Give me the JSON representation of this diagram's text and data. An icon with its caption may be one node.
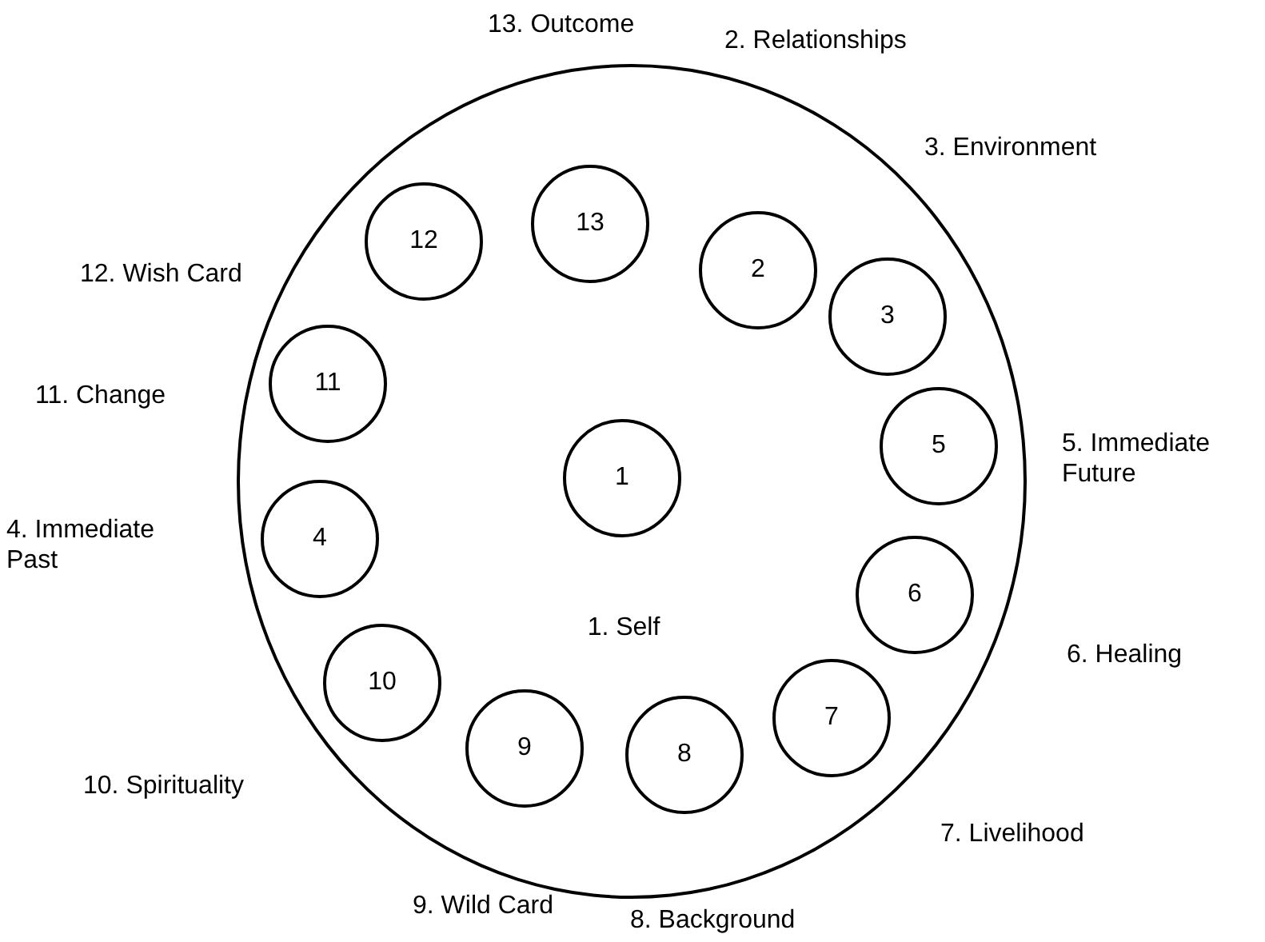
{
  "diagram": {
    "nodes": [
      {
        "text": [],
        "shape": "circle"
      },
      {
        "text": [
          "1"
        ],
        "in": 0
      },
      {
        "text": [
          "2"
        ],
        "in": 0
      },
      {
        "text": [
          "3"
        ],
        "in": 0
      },
      {
        "text": [
          "4"
        ],
        "in": 0
      },
      {
        "text": [
          "5"
        ],
        "in": 0
      },
      {
        "text": [
          "6"
        ],
        "in": 0
      },
      {
        "text": [
          "7"
        ],
        "in": 0
      },
      {
        "text": [
          "8"
        ],
        "in": 0
      },
      {
        "text": [
          "9"
        ],
        "in": 0
      },
      {
        "text": [
          "10"
        ],
        "in": 0
      },
      {
        "text": [
          "11"
        ],
        "in": 0
      },
      {
        "text": [
          "12"
        ],
        "in": 0
      },
      {
        "text": [
          "13"
        ],
        "in": 0
      }
    ],
    "edges": [],
    "labels": [
      "13. Outcome",
      "2. Relationships",
      "3. Environment",
      "12. Wish Card",
      "11. Change",
      "5. Immediate Future",
      "4. Immediate Past",
      "1. Self",
      "6. Healing",
      "10. Spirituality",
      "7. Livelihood",
      "9. Wild Card",
      "8. Background"
    ]
  }
}
